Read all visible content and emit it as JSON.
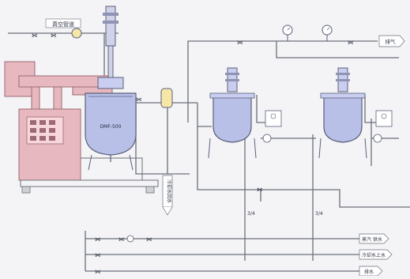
{
  "labels": {
    "top_inlet": "真空管道",
    "steam_out": "排气",
    "side_vertical": "冷却水回水",
    "bottom_1": "蒸汽 供水",
    "bottom_2": "冷却水上水",
    "bottom_3": "排水",
    "reactor_badge": "DMF-500",
    "pipe_mark_left": "3/4",
    "pipe_mark_right": "3/4"
  },
  "colors": {
    "pipe": "#6b6f7a",
    "vessel_fill": "#b9c0e8",
    "vessel_stroke": "#5a5f7a",
    "machine_fill": "#e8b8c0",
    "machine_stroke": "#9c6a74",
    "panel_fill": "#f7d6dc",
    "tank_top": "#c9cdf0",
    "gauge": "#ffffff",
    "pump_fill": "#f6e6a8"
  }
}
